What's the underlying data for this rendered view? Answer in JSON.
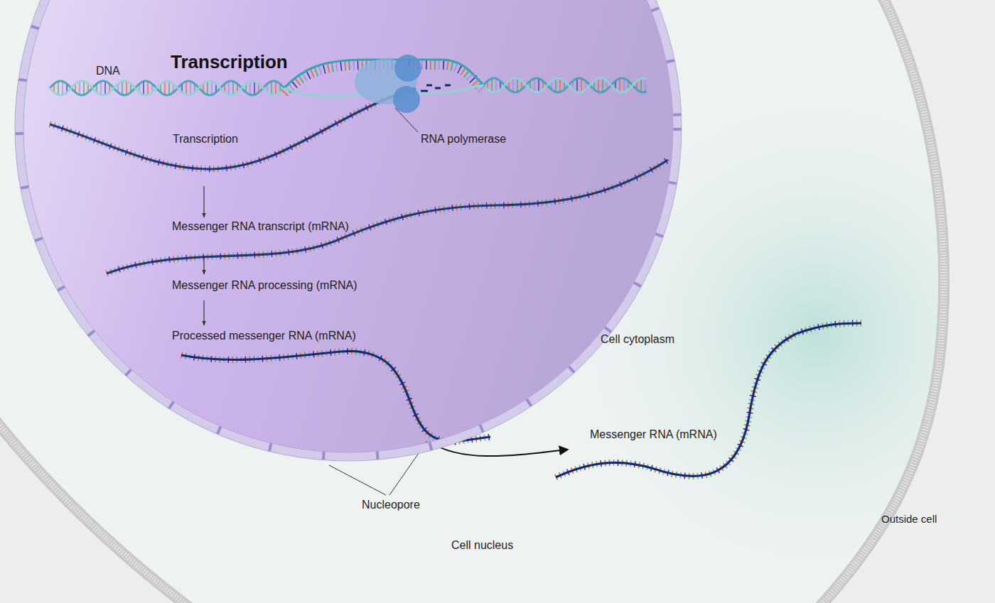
{
  "diagram": {
    "title": "Transcription",
    "nodes": [
      {
        "text": [
          "Cell cytoplasm"
        ]
      },
      {
        "text": [
          "Cell nucleus"
        ],
        "in": 0
      }
    ],
    "labels": [
      "DNA",
      "Transcription",
      "RNA polymerase",
      "Messenger RNA transcript (mRNA)",
      "Messenger RNA processing (mRNA)",
      "Processed messenger RNA (mRNA)",
      "Messenger RNA (mRNA)",
      "Nucleopore",
      "Outside cell"
    ]
  }
}
